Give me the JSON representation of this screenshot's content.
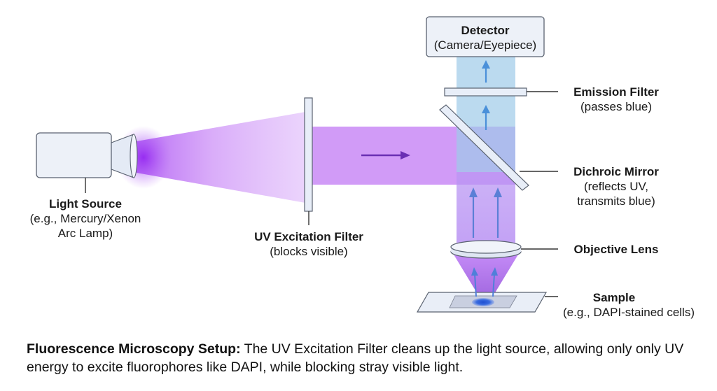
{
  "labels": {
    "detector": {
      "title": "Detector",
      "sub": "(Camera/Eyepiece)"
    },
    "emission_filter": {
      "title": "Emission Filter",
      "sub": "(passes blue)"
    },
    "dichroic_mirror": {
      "title": "Dichroic Mirror",
      "sub1": "(reflects UV,",
      "sub2": "transmits blue)"
    },
    "objective_lens": {
      "title": "Objective Lens"
    },
    "sample": {
      "title": "Sample",
      "sub": "(e.g., DAPI-stained cells)"
    },
    "light_source": {
      "title": "Light Source",
      "sub1": "(e.g., Mercury/Xenon",
      "sub2": "Arc Lamp)"
    },
    "uv_filter": {
      "title": "UV Excitation Filter",
      "sub": "(blocks visible)"
    }
  },
  "caption": {
    "title": "Fluorescence Microscopy Setup:",
    "text": " The UV Excitation Filter cleans up the light source, allowing only only UV energy to excite fluorophores like DAPI, while blocking stray visible light."
  },
  "colors": {
    "uv": "#a23cf0",
    "blue": "#9ecae8",
    "arrow_blue": "#5b9bd5",
    "arrow_purple": "#6a2fb3",
    "component_fill": "#edf1f8",
    "component_stroke": "#5a6270"
  }
}
